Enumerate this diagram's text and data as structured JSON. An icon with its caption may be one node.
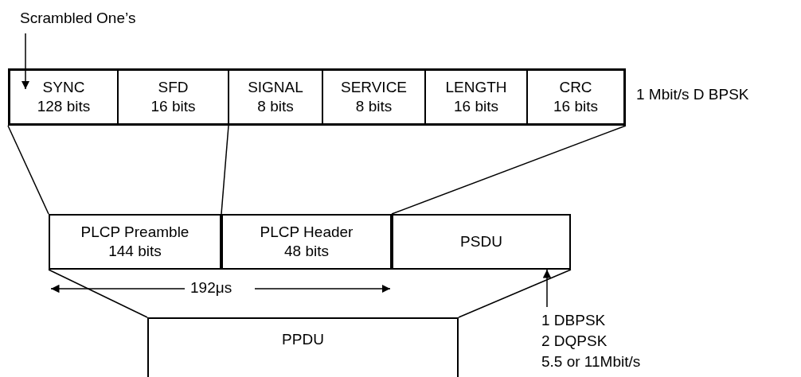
{
  "diagram": {
    "nodes": [
      {
        "text": [
          "Scrambled One’s"
        ]
      },
      {
        "text": [
          "SYNC",
          "128 bits"
        ]
      },
      {
        "text": [
          "SFD",
          "16 bits"
        ]
      },
      {
        "text": [
          "SIGNAL",
          "8 bits"
        ]
      },
      {
        "text": [
          "SERVICE",
          "8 bits"
        ]
      },
      {
        "text": [
          "LENGTH",
          "16 bits"
        ]
      },
      {
        "text": [
          "CRC",
          "16 bits"
        ]
      },
      {
        "text": [
          "PLCP Preamble",
          "144 bits"
        ]
      },
      {
        "text": [
          "PLCP Header",
          "48 bits"
        ]
      },
      {
        "text": [
          "PSDU"
        ]
      },
      {
        "text": [
          "PPDU"
        ]
      },
      {
        "text": [
          "1 DBPSK",
          "2 DQPSK",
          "5.5 or 11Mbit/s"
        ]
      }
    ],
    "edges": [
      {
        "from": 0,
        "to": 1,
        "arrow": "to"
      },
      {
        "from": 1,
        "to": 7,
        "arrow": "none"
      },
      {
        "from": 3,
        "to": 8,
        "arrow": "none"
      },
      {
        "from": 6,
        "to": 9,
        "arrow": "none"
      },
      {
        "from": 7,
        "to": 10,
        "arrow": "none"
      },
      {
        "from": 9,
        "to": 10,
        "arrow": "none"
      },
      {
        "from": 11,
        "to": 9,
        "arrow": "to"
      }
    ],
    "labels": [
      "1 Mbit/s D BPSK",
      "192μs"
    ]
  }
}
